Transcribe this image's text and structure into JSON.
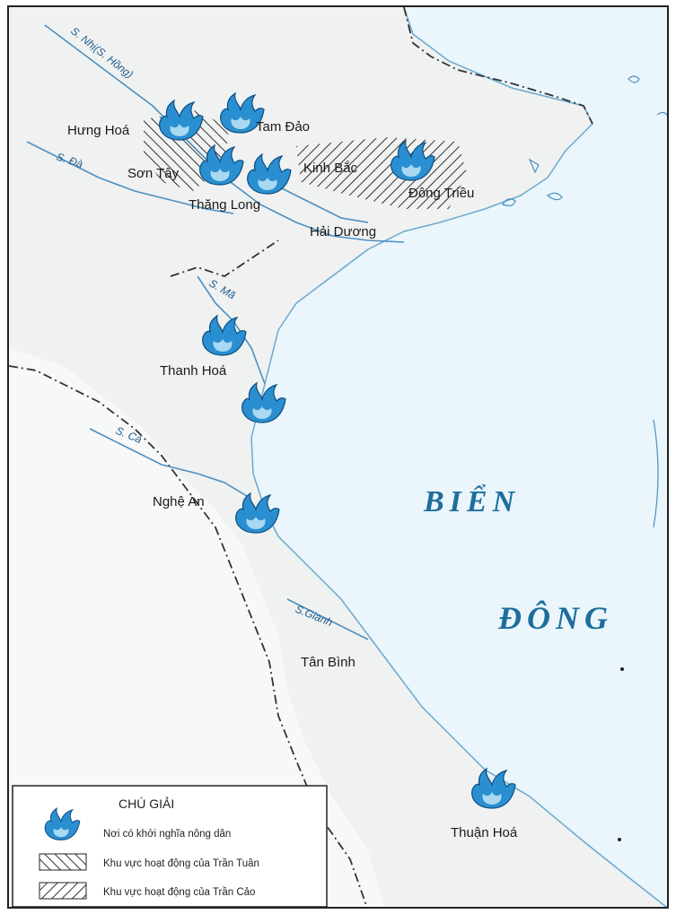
{
  "map": {
    "sea_name_line1": "BIỂN",
    "sea_name_line2": "ĐÔNG",
    "places": [
      "Hưng Hoá",
      "Tam Đảo",
      "Sơn Tây",
      "Kinh Bắc",
      "Đông Triều",
      "Thăng Long",
      "Hải Dương",
      "Thanh Hoá",
      "Nghệ An",
      "Tân Bình",
      "Thuận Hoá"
    ],
    "rivers": [
      "S. Nhị(S. Hồng)",
      "S. Đà",
      "S. Mã",
      "S. Cả",
      "S.Gianh"
    ]
  },
  "legend": {
    "title": "CHÚ GIẢI",
    "items": [
      {
        "label": "Nơi có khởi nghĩa nông dân",
        "icon": "uprising-flame-icon"
      },
      {
        "label": "Khu vực hoạt động của Trần Tuân",
        "icon": "hatch-trantuan-icon"
      },
      {
        "label": "Khu vực hoạt động của Trần Cảo",
        "icon": "hatch-trancao-icon"
      }
    ]
  },
  "colors": {
    "sea": "#eaf6fb",
    "land": "#f0f1f1",
    "river": "#4a90c2",
    "flame": "#2a8fd0",
    "border": "#333333"
  }
}
